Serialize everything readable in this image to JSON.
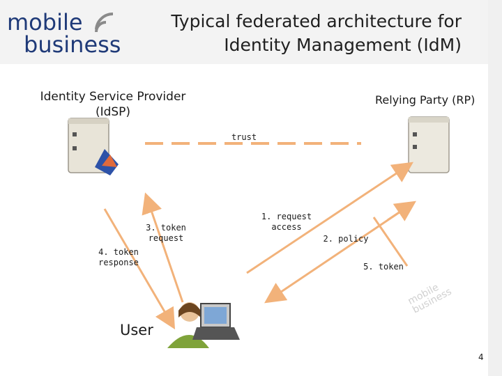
{
  "logo": {
    "line1": "mobile",
    "line2": "business",
    "watermark_line1": "mobile",
    "watermark_line2": "business"
  },
  "slide": {
    "title_line1": "Typical federated architecture for",
    "title_line2": "Identity Management (IdM)",
    "page_number": "4"
  },
  "nodes": {
    "idsp_line1": "Identity Service  Provider",
    "idsp_line2": "(IdSP)",
    "rp": "Relying Party (RP)",
    "user": "User"
  },
  "edges": {
    "trust": "trust",
    "request_access_1": "1. request",
    "request_access_2": "access",
    "policy": "2. policy",
    "token_request_1": "3. token",
    "token_request_2": "request",
    "token_response_1": "4. token",
    "token_response_2": "response",
    "token": "5. token"
  },
  "colors": {
    "arrow": "#f2b27a",
    "logo": "#1f3a78",
    "header_bg": "#f3f3f3"
  }
}
